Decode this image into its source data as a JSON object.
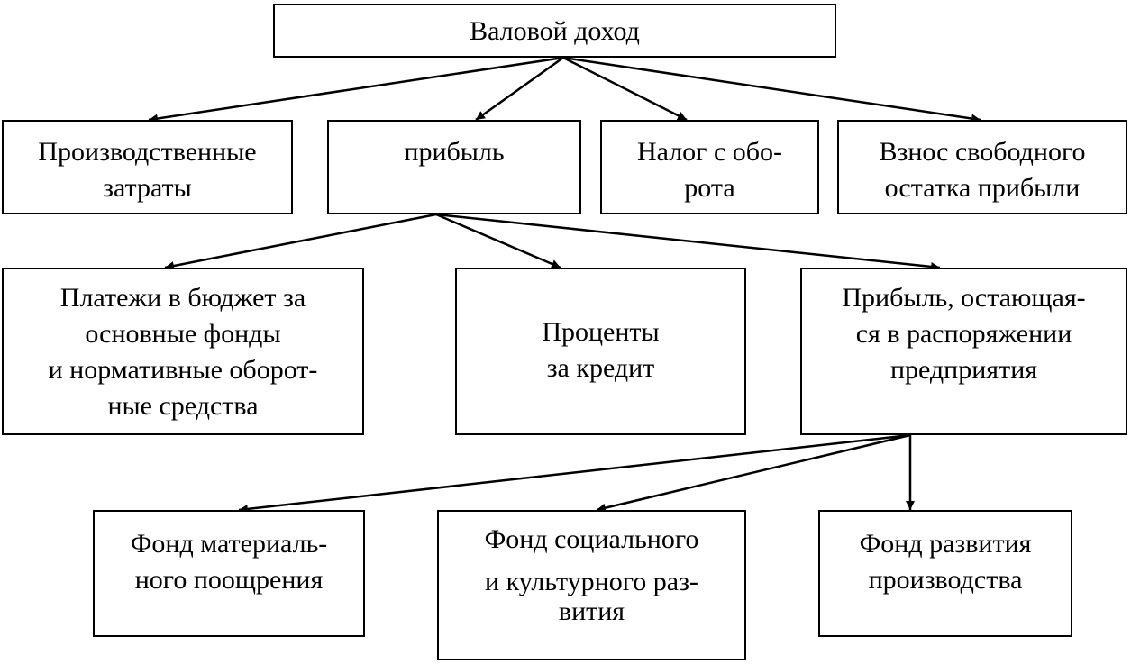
{
  "nodes": {
    "gross_income": {
      "lines": [
        "Валовой доход"
      ]
    },
    "production_costs": {
      "lines": [
        "Производственные",
        "затраты"
      ]
    },
    "profit": {
      "lines": [
        "прибыль"
      ]
    },
    "turnover_tax": {
      "lines": [
        "Налог с обо-",
        "рота"
      ]
    },
    "free_profit_contribution": {
      "lines": [
        "Взнос свободного",
        "остатка прибыли"
      ]
    },
    "budget_payments": {
      "lines": [
        "Платежи в бюджет за",
        "основные фонды",
        "и нормативные оборот-",
        "ные средства"
      ]
    },
    "credit_interest": {
      "lines": [
        "Проценты",
        "за кредит"
      ]
    },
    "retained_profit": {
      "lines": [
        "Прибыль, остающая-",
        "ся в распоряжении",
        "предприятия"
      ]
    },
    "incentive_fund": {
      "lines": [
        "Фонд материаль-",
        "ного поощрения"
      ]
    },
    "social_cultural_fund": {
      "lines": [
        "Фонд социального",
        "",
        "и культурного раз-",
        "вития"
      ]
    },
    "production_development_fund": {
      "lines": [
        "Фонд развития",
        "производства"
      ]
    }
  },
  "edges": [
    [
      "gross_income",
      "production_costs"
    ],
    [
      "gross_income",
      "profit"
    ],
    [
      "gross_income",
      "turnover_tax"
    ],
    [
      "gross_income",
      "free_profit_contribution"
    ],
    [
      "profit",
      "budget_payments"
    ],
    [
      "profit",
      "credit_interest"
    ],
    [
      "profit",
      "retained_profit"
    ],
    [
      "retained_profit",
      "incentive_fund"
    ],
    [
      "retained_profit",
      "social_cultural_fund"
    ],
    [
      "retained_profit",
      "production_development_fund"
    ]
  ]
}
